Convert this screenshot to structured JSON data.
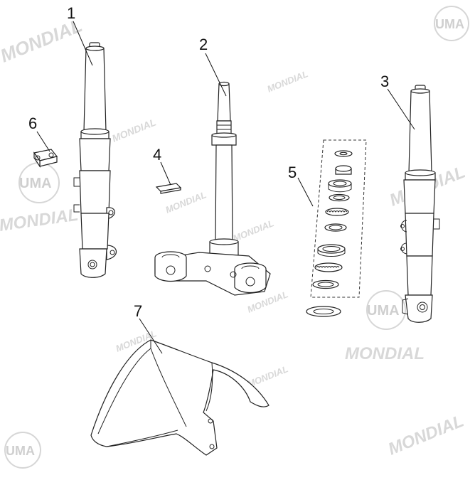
{
  "callouts": [
    {
      "id": "1",
      "label": "1"
    },
    {
      "id": "2",
      "label": "2"
    },
    {
      "id": "3",
      "label": "3"
    },
    {
      "id": "4",
      "label": "4"
    },
    {
      "id": "5",
      "label": "5"
    },
    {
      "id": "6",
      "label": "6"
    },
    {
      "id": "7",
      "label": "7"
    }
  ],
  "watermarks": {
    "brand_text": "MONDIAL",
    "logo_text": "UMA"
  },
  "colors": {
    "line": "#222222",
    "watermark": "#d8d8d8",
    "background": "#ffffff"
  }
}
